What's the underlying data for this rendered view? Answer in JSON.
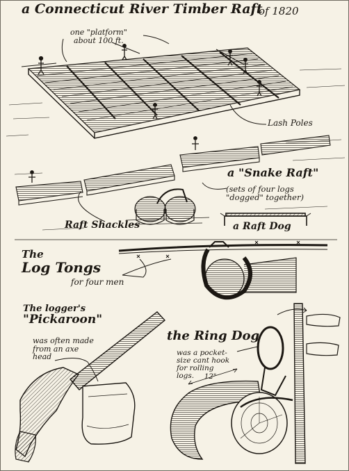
{
  "title": {
    "main": "a Connecticut River Timber Raft",
    "year": "of 1820"
  },
  "raft": {
    "platform_note": [
      "one \"platform\"",
      "about 100 ft."
    ],
    "lash_poles": "Lash Poles",
    "snake_raft_title": "a \"Snake Raft\"",
    "snake_raft_desc": [
      "(sets of four logs",
      "\"dogged\" together)"
    ],
    "raft_shackles": "Raft Shackles",
    "raft_dog": "a Raft Dog"
  },
  "tongs": {
    "title": [
      "The",
      "Log Tongs"
    ],
    "desc": "for four men"
  },
  "pickaroon": {
    "title": [
      "The logger's",
      "\"Pickaroon\""
    ],
    "desc": [
      "was often made",
      "from an axe",
      "head"
    ]
  },
  "ring_dog": {
    "title": "the Ring Dog",
    "desc": [
      "was a pocket-",
      "size cant hook",
      "for rolling",
      "logs."
    ],
    "measure": "12\""
  },
  "colors": {
    "paper": "#f6f2e6",
    "ink": "#1b1712",
    "border": "#6f6a60"
  }
}
